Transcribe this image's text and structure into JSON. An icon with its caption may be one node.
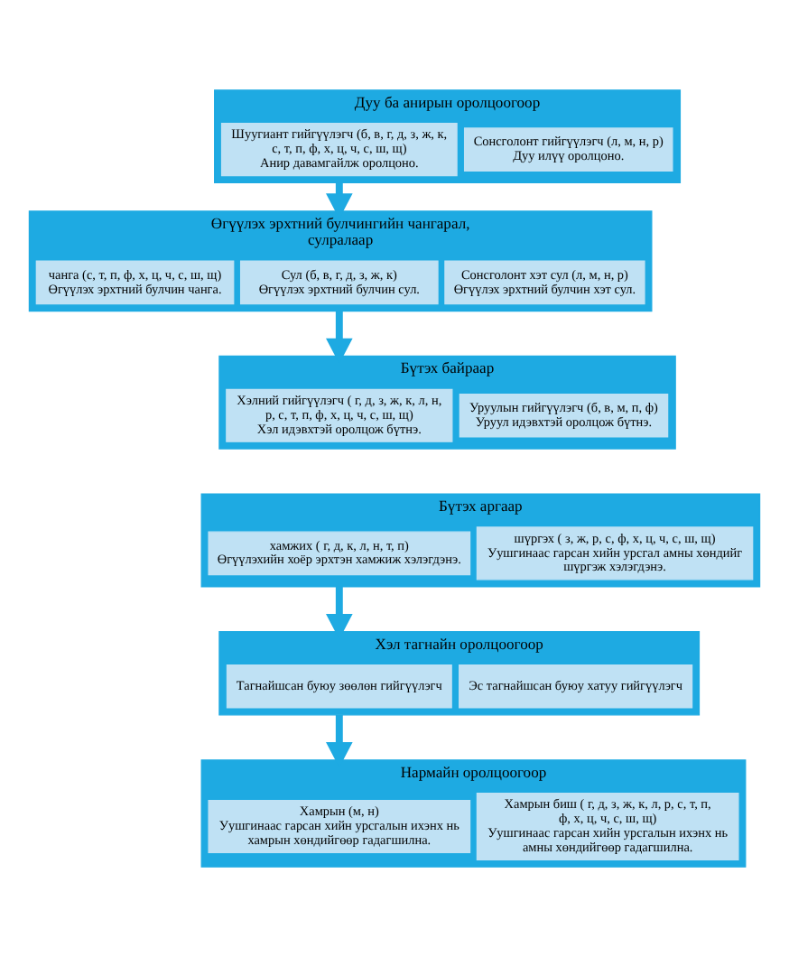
{
  "diagram": {
    "nodes": [
      {
        "text": [
          "Дуу ба анирын оролцоогоор"
        ]
      },
      {
        "text": [
          "Шуугиант гийгүүлэгч (б, в, г, д, з, ж, к, с, т, п, ф, х, ц, ч, с, ш, щ)",
          "Анир давамгайлж оролцоно."
        ],
        "in": 0
      },
      {
        "text": [
          "Сонсголонт гийгүүлэгч (л, м, н, р)",
          "Дуу илүү оролцоно."
        ],
        "in": 0
      },
      {
        "text": [
          "Өгүүлэх эрхтний булчингийн чангарал, сулралаар"
        ]
      },
      {
        "text": [
          "чанга (с, т, п, ф, х, ц, ч, с, ш, щ)",
          "Өгүүлэх эрхтний булчин чанга."
        ],
        "in": 3
      },
      {
        "text": [
          "Сул (б, в, г, д, з, ж, к)",
          "Өгүүлэх эрхтний булчин сул."
        ],
        "in": 3
      },
      {
        "text": [
          "Сонсголонт хэт сул (л, м, н, р)",
          "Өгүүлэх эрхтний булчин хэт сул."
        ],
        "in": 3
      },
      {
        "text": [
          "Бүтэх байраар"
        ]
      },
      {
        "text": [
          "Хэлний гийгүүлэгч ( г, д, з, ж, к, л, н, р, с, т, п, ф, х, ц, ч, с, ш, щ)",
          "Хэл идэвхтэй оролцож бүтнэ."
        ],
        "in": 7
      },
      {
        "text": [
          "Уруулын гийгүүлэгч (б, в, м, п, ф)",
          "Уруул идэвхтэй оролцож бүтнэ."
        ],
        "in": 7
      },
      {
        "text": [
          "Бүтэх аргаар"
        ]
      },
      {
        "text": [
          "хамжих ( г, д, к, л, н, т, п)",
          "Өгүүлэхийн хоёр эрхтэн хамжиж хэлэгдэнэ."
        ],
        "in": 10
      },
      {
        "text": [
          "шүргэх ( з, ж, р, с, ф, х, ц, ч, с, ш, щ) Уушгинаас гарсан хийн урсгал амны хөндийг шүргэж хэлэгдэнэ."
        ],
        "in": 10
      },
      {
        "text": [
          "Хэл тагнайн оролцоогоор"
        ]
      },
      {
        "text": [
          "Тагнайшсан буюу зөөлөн гийгүүлэгч"
        ],
        "in": 13
      },
      {
        "text": [
          "Эс тагнайшсан буюу хатуу гийгүүлэгч"
        ],
        "in": 13
      },
      {
        "text": [
          "Нармайн оролцоогоор"
        ]
      },
      {
        "text": [
          "Хамрын (м, н)",
          "Уушгинаас гарсан хийн урсгалын ихэнх нь хамрын хөндийгөөр гадагшилна."
        ],
        "in": 16
      },
      {
        "text": [
          "Хамрын биш ( г, д, з, ж, к, л, р, с, т, п, ф, х, ц, ч, с, ш, щ)",
          "Уушгинаас гарсан хийн урсгалын ихэнх нь амны хөндийгөөр гадагшилна."
        ],
        "in": 16
      }
    ],
    "edges": [
      {
        "from": 0,
        "to": 3,
        "arrow": "to"
      },
      {
        "from": 3,
        "to": 7,
        "arrow": "to"
      },
      {
        "from": 10,
        "to": 13,
        "arrow": "to"
      },
      {
        "from": 13,
        "to": 16,
        "arrow": "to"
      }
    ]
  }
}
